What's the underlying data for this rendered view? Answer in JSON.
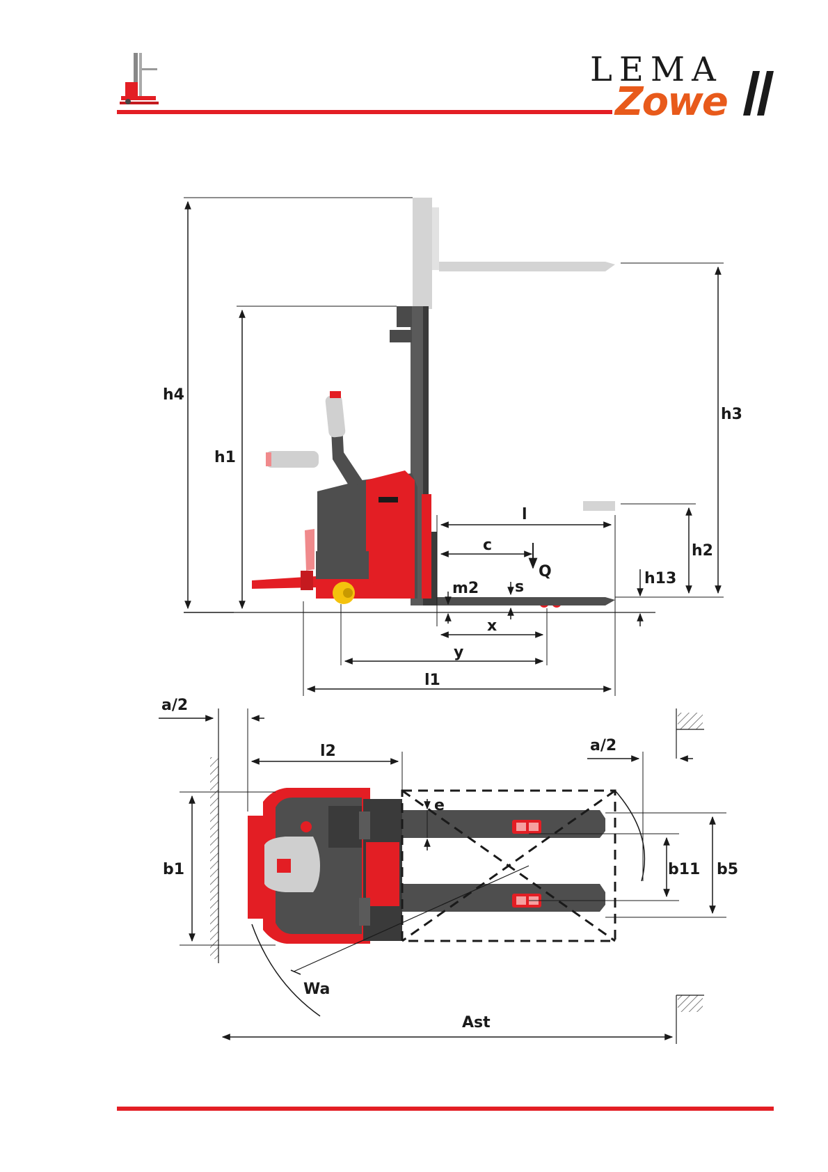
{
  "brand": {
    "line1": "LEMA",
    "line2": "Zowe"
  },
  "colors": {
    "accent": "#e31e24",
    "brand_orange": "#e85a1b",
    "body_gray": "#555555",
    "mast_ghost": "#d0d0d0"
  },
  "side_view": {
    "labels": {
      "h4": "h4",
      "h1": "h1",
      "h3": "h3",
      "h2": "h2",
      "h13": "h13",
      "l": "l",
      "c": "c",
      "Q": "Q",
      "s": "s",
      "m2": "m2",
      "x": "x",
      "y": "y",
      "l1": "l1"
    }
  },
  "top_view": {
    "labels": {
      "a2_left": "a/2",
      "a2_right": "a/2",
      "l2": "l2",
      "e": "e",
      "b1": "b1",
      "b11": "b11",
      "b5": "b5",
      "Wa": "Wa",
      "Ast": "Ast"
    }
  }
}
